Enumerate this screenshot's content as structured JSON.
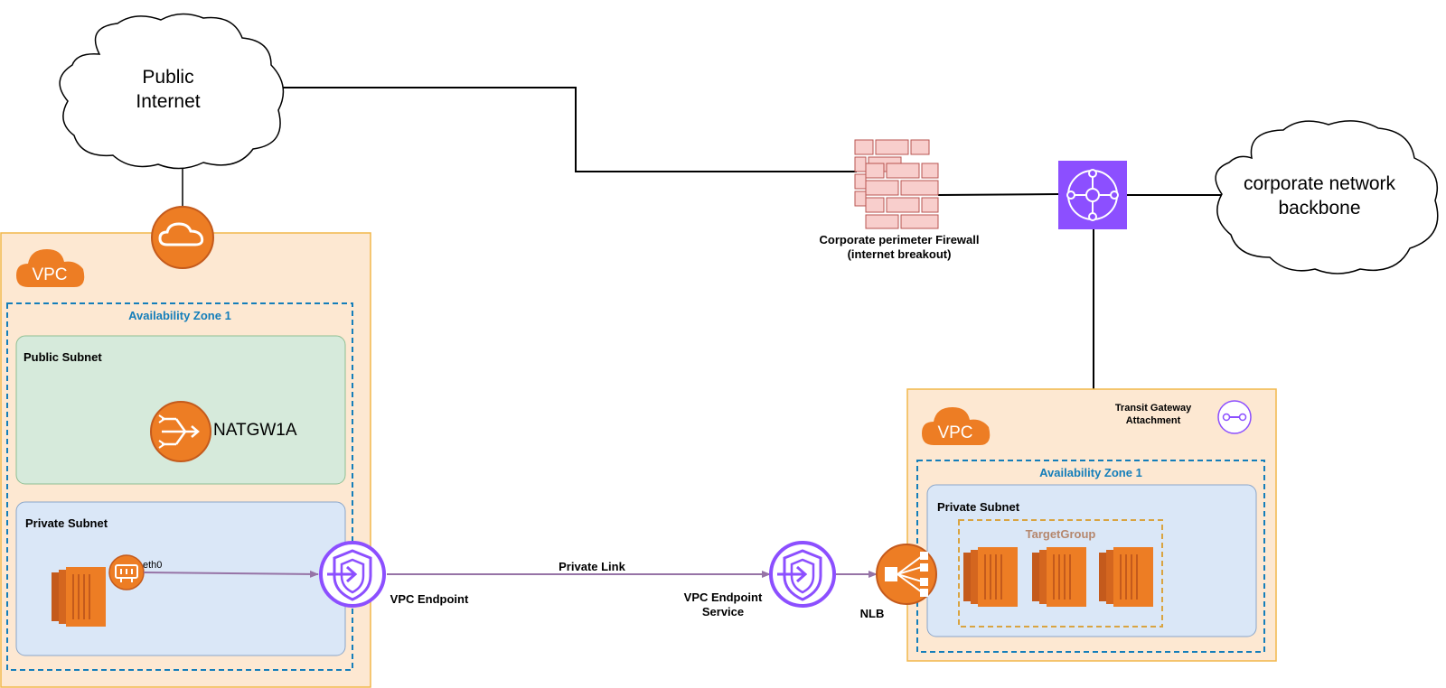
{
  "clouds": {
    "public_internet": "Public\nInternet",
    "corporate_backbone": "corporate network\nbackbone"
  },
  "firewall": {
    "label": "Corporate perimeter Firewall\n(internet breakout)"
  },
  "transit_gateway_attachment": {
    "label": "Transit Gateway\nAttachment"
  },
  "left_vpc": {
    "badge": "VPC",
    "zone_label": "Availability Zone 1",
    "public_subnet": {
      "label": "Public Subnet",
      "nat_label": "NATGW1A"
    },
    "private_subnet": {
      "label": "Private Subnet",
      "eni_label": "eth0"
    }
  },
  "vpc_endpoint": {
    "label": "VPC Endpoint"
  },
  "private_link": {
    "label": "Private Link"
  },
  "vpc_endpoint_service": {
    "label": "VPC Endpoint\nService"
  },
  "nlb": {
    "label": "NLB"
  },
  "right_vpc": {
    "badge": "VPC",
    "zone_label": "Availability Zone 1",
    "private_subnet": {
      "label": "Private Subnet",
      "target_group_label": "TargetGroup"
    }
  },
  "colors": {
    "vpc_fill": "#fde8d2",
    "vpc_border": "#f2b74b",
    "aws_orange": "#ed7d24",
    "public_subnet_fill": "#d6eadb",
    "private_subnet_fill": "#dae7f7",
    "zone_border": "#147eba",
    "privatelink_purple": "#8c4fff",
    "link_line": "#9673a6",
    "firewall_fill": "#f8cecc",
    "firewall_stroke": "#b85450",
    "target_group_border": "#d9a441",
    "target_group_label": "#b5876d"
  }
}
